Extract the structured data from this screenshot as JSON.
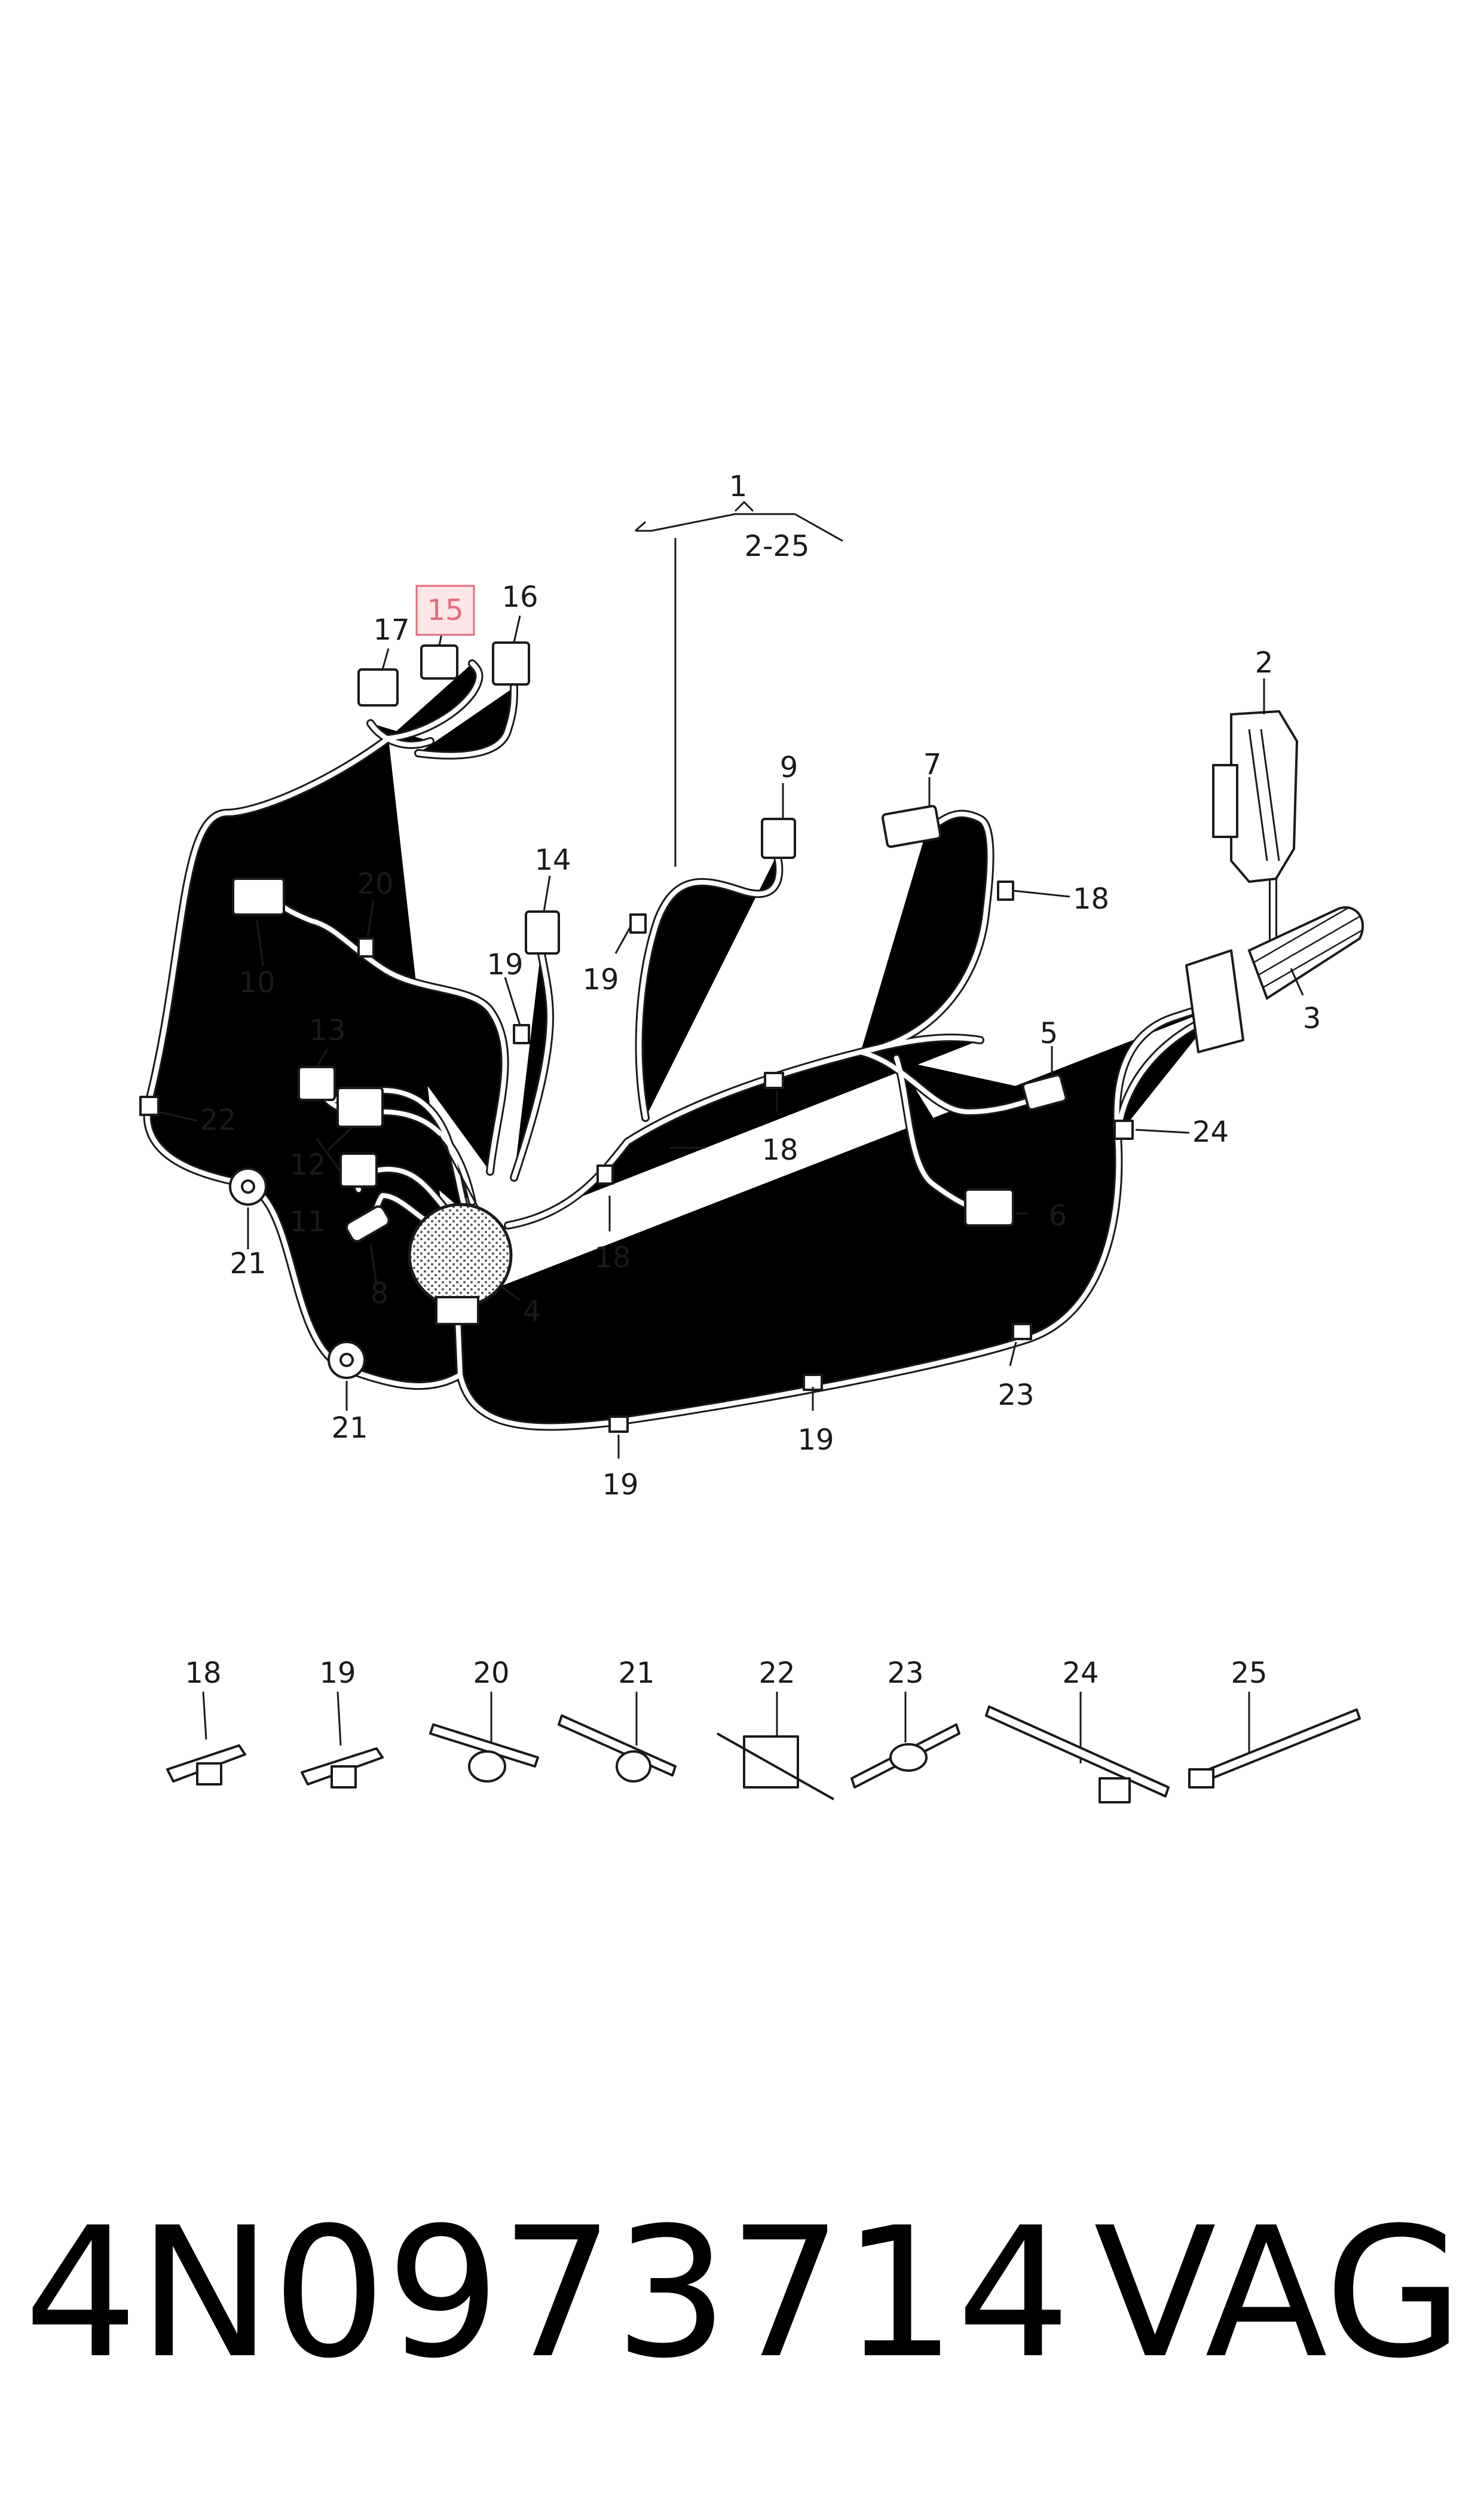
{
  "diagram": {
    "assembly": {
      "number": "1",
      "range": "2-25"
    },
    "callouts": [
      "2",
      "3",
      "4",
      "5",
      "6",
      "7",
      "8",
      "9",
      "10",
      "11",
      "12",
      "13",
      "14",
      "15",
      "16",
      "17",
      "18",
      "19",
      "20",
      "21",
      "22",
      "23",
      "24"
    ],
    "highlighted_callout": "15",
    "clip_legend": [
      "18",
      "19",
      "20",
      "21",
      "22",
      "23",
      "24",
      "25"
    ],
    "colors": {
      "highlight": "#e46b7b",
      "ink": "#1a1a1a"
    }
  },
  "footer": {
    "part_number": "4N0973714",
    "brand": "VAG"
  }
}
